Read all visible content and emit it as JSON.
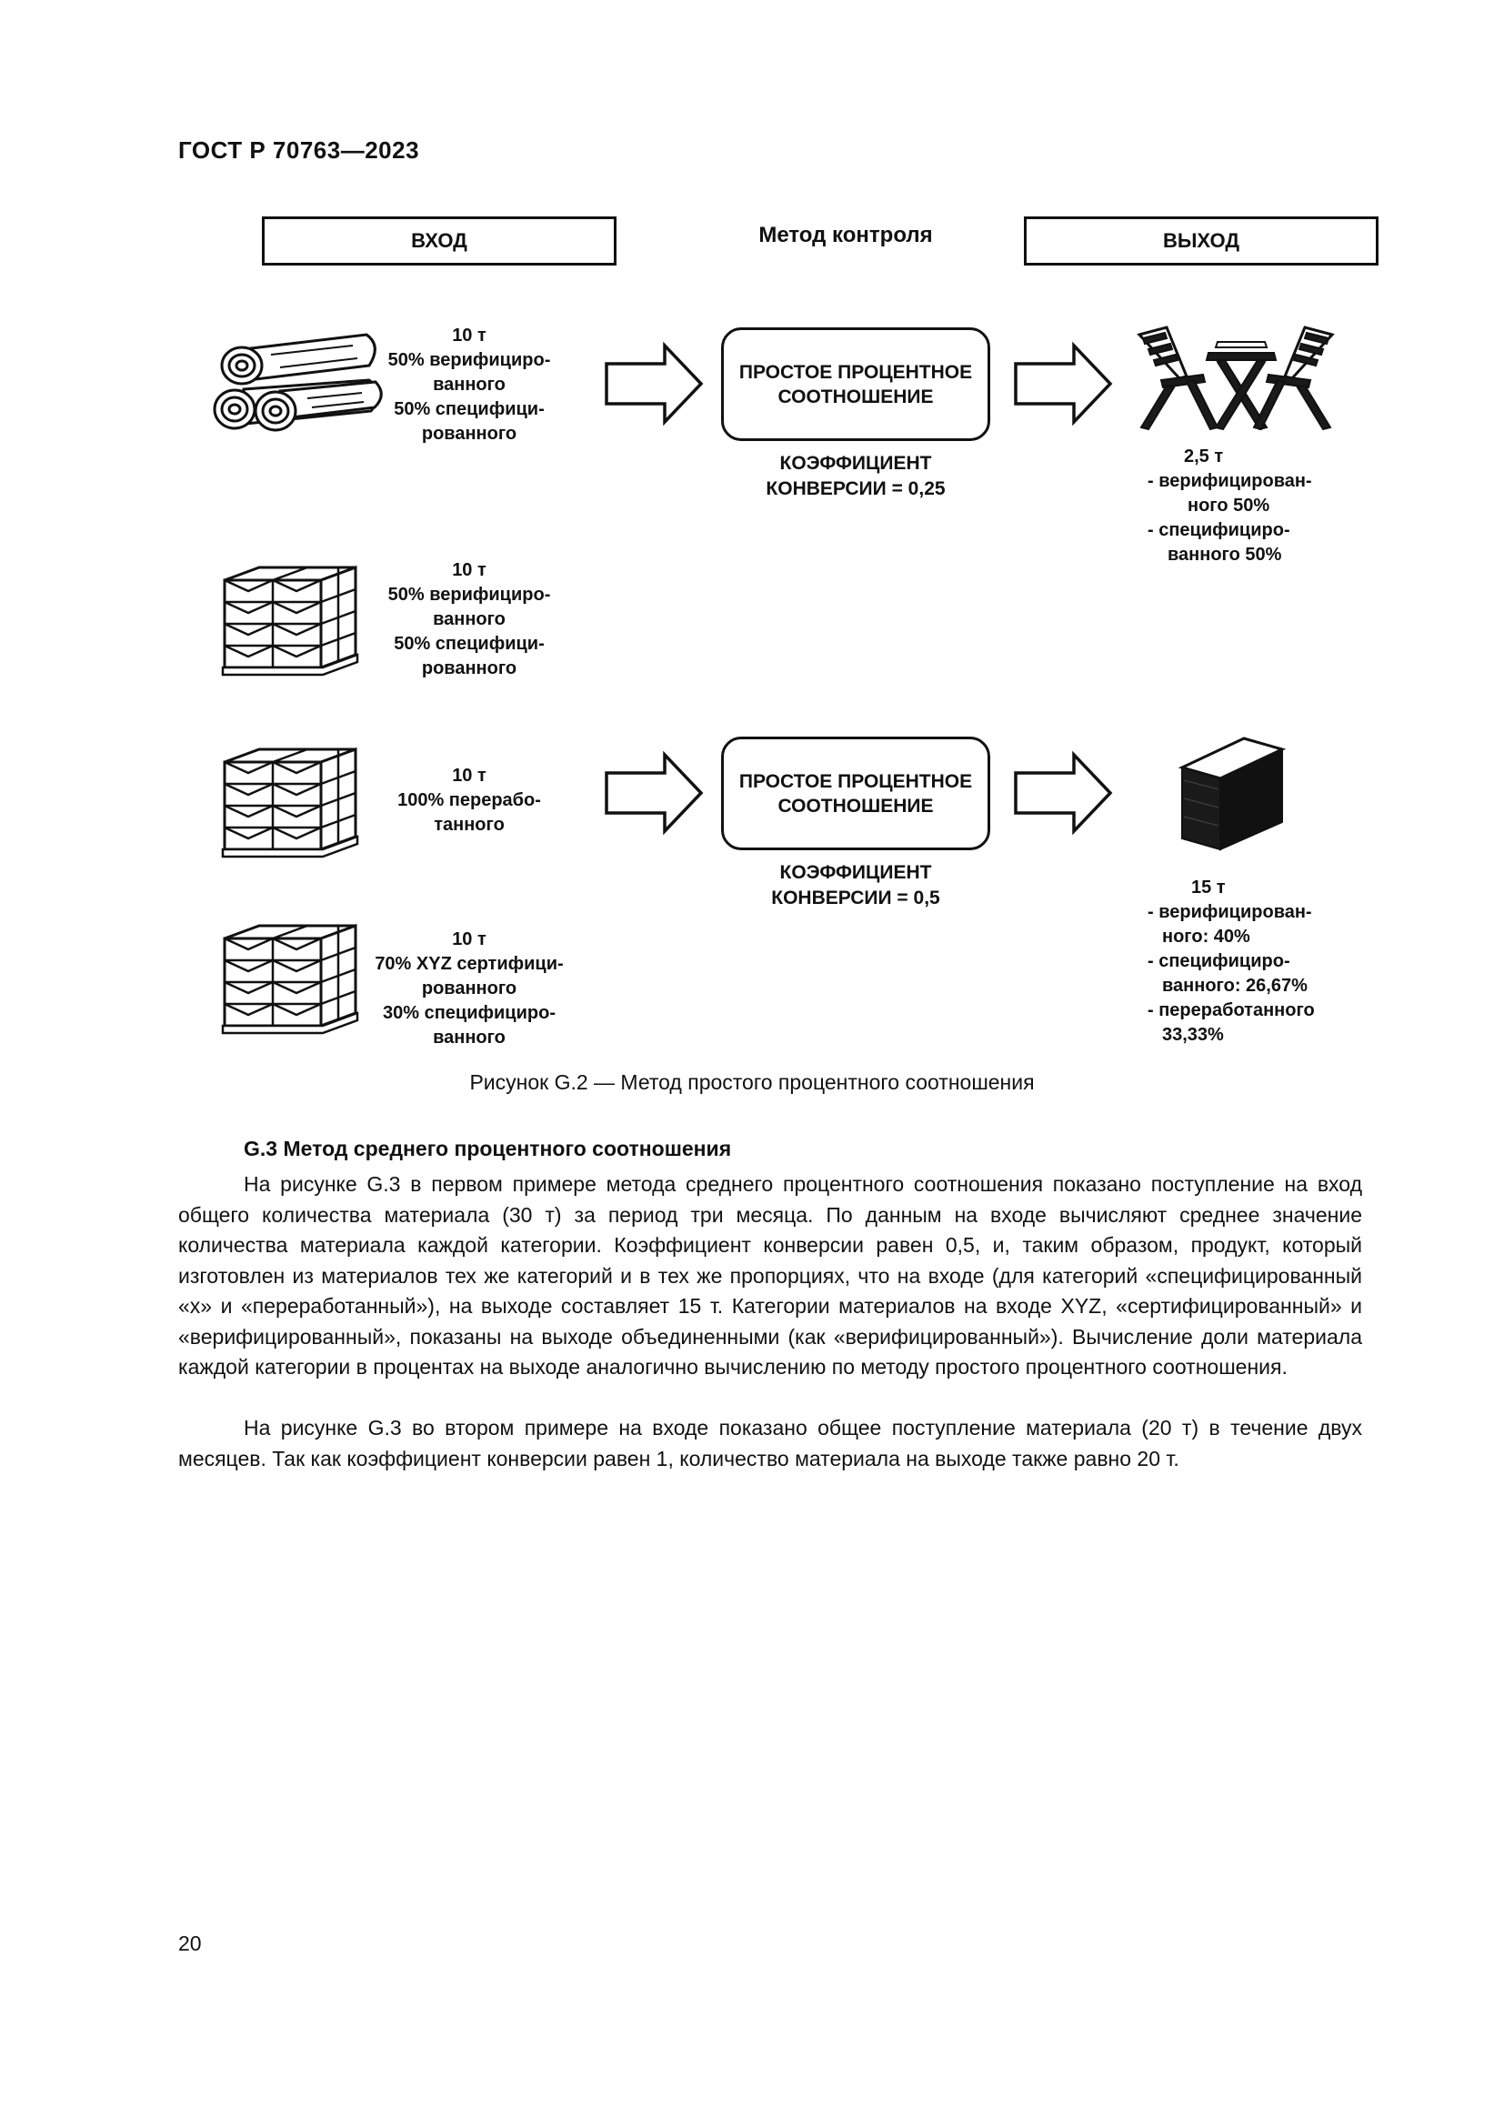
{
  "header": {
    "doc_code": "ГОСТ Р 70763—2023"
  },
  "figure": {
    "input_header": "ВХОД",
    "control_header": "Метод контроля",
    "output_header": "ВЫХОД",
    "row1": {
      "input_a": [
        "10 т",
        "50% верифициро-",
        "ванного",
        "50%  специфици-",
        "рованного"
      ],
      "input_b": [
        "10 т",
        "50% верифициро-",
        "ванного",
        "50%  специфици-",
        "рованного"
      ],
      "method": [
        "ПРОСТОЕ ПРОЦЕНТНОЕ",
        "СООТНОШЕНИЕ"
      ],
      "coefficient": [
        "КОЭФФИЦИЕНТ",
        "КОНВЕРСИИ = 0,25"
      ],
      "output": [
        "2,5 т",
        "- верифицирован-",
        "ного 50%",
        "- специфициро-",
        "ванного 50%"
      ]
    },
    "row2": {
      "input_a": [
        "10 т",
        "100% перерабо-",
        "танного"
      ],
      "input_b": [
        "10 т",
        "70% XYZ сертифици-",
        "рованного",
        "30% специфициро-",
        "ванного"
      ],
      "method": [
        "ПРОСТОЕ ПРОЦЕНТНОЕ",
        "СООТНОШЕНИЕ"
      ],
      "coefficient": [
        "КОЭФФИЦИЕНТ",
        "КОНВЕРСИИ = 0,5"
      ],
      "output": [
        "15 т",
        "- верифицирован-",
        "ного: 40%",
        "- специфициро-",
        "ванного: 26,67%",
        "- переработанного",
        "33,33%"
      ]
    },
    "caption": "Рисунок G.2 — Метод простого процентного соотношения",
    "icons": [
      "logs-icon",
      "pallet-boxes-icon",
      "pallet-boxes-icon",
      "pallet-boxes-icon",
      "furniture-icon",
      "paper-stack-icon",
      "arrow-right-icon"
    ]
  },
  "section": {
    "title": "G.3  Метод среднего процентного соотношения",
    "paragraph1": "На рисунке G.3 в первом примере метода среднего процентного соотношения показано поступление на вход общего количества материала (30 т) за период три месяца. По данным на входе вычисляют среднее значение количества материала каждой категории. Коэффициент конверсии равен 0,5, и, таким образом, продукт, который изготовлен из материалов тех же категорий и в тех же пропорциях, что на входе (для категорий «специфицированный «x» и «переработанный»), на выходе составляет 15 т. Категории материалов на входе XYZ, «сертифицированный» и «верифицированный», показаны на выходе объединенными (как «верифицированный»). Вычисление доли материала каждой категории в процентах на выходе аналогично вычислению по методу простого процентного соотношения.",
    "paragraph2": "На рисунке G.3 во втором примере на входе показано общее поступление материала (20 т) в течение двух месяцев. Так как коэффициент конверсии равен 1, количество материала на выходе также равно 20 т."
  },
  "page_number": "20"
}
